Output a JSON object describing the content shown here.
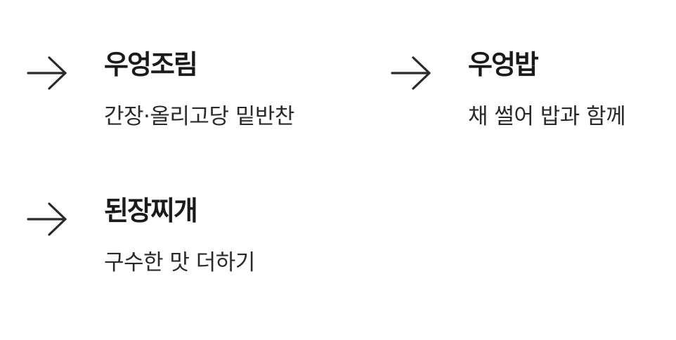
{
  "items": [
    {
      "icon": "arrow-right-icon",
      "title": "우엉조림",
      "description": "간장·올리고당 밑반찬"
    },
    {
      "icon": "arrow-right-icon",
      "title": "우엉밥",
      "description": "채 썰어 밥과 함께"
    },
    {
      "icon": "arrow-right-icon",
      "title": "된장찌개",
      "description": "구수한 맛 더하기"
    }
  ],
  "colors": {
    "text": "#1a1a1a",
    "icon": "#2a2a2a",
    "background": "#ffffff"
  }
}
